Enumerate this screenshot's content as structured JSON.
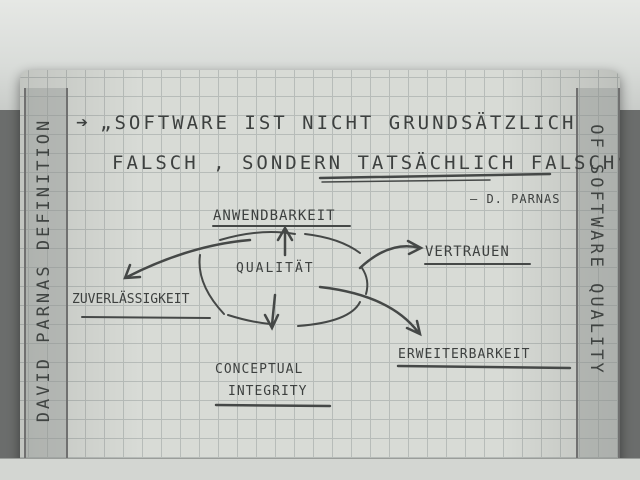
{
  "notebook": {
    "quote_line1": "„SOFTWARE IST NICHT GRUNDSÄTZLICH",
    "quote_line2": "FALSCH , SONDERN TATSÄCHLICH FALSCH“",
    "attribution": "— D. PARNAS",
    "left_margin": "DAVID PARNAS DEFINITION",
    "right_margin": "OF SOFTWARE QUALITY",
    "diagram": {
      "center": "QUALITÄT",
      "top": "ANWENDBARKEIT",
      "right": "VERTRAUEN",
      "left": "ZUVERLÄSSIGKEIT",
      "bottom_right": "ERWEITERBARKEIT",
      "bottom_line1": "CONCEPTUAL",
      "bottom_line2": "INTEGRITY"
    }
  },
  "colors": {
    "paper": "#d8dbd6",
    "grid": "#b6bbb8",
    "pencil": "#3d403f",
    "background": "#6b6d6c"
  }
}
